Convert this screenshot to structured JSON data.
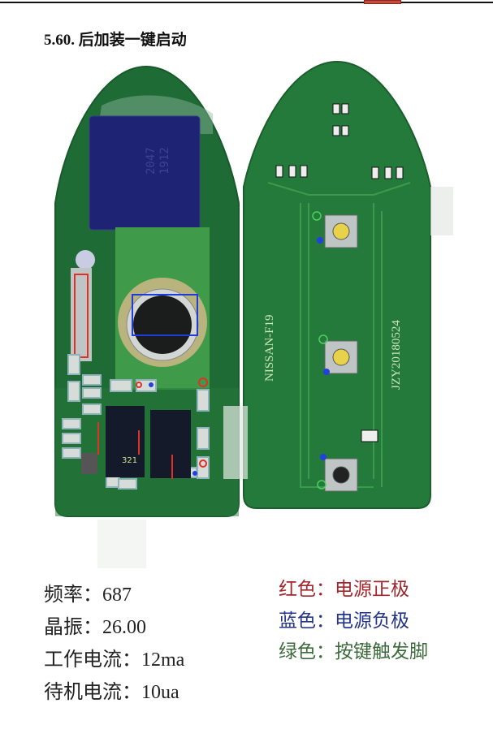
{
  "header": {
    "title": "5.60. 后加装一键启动"
  },
  "board_labels": {
    "chip_marking_1": "2047",
    "chip_marking_2": "1912",
    "ic_marking": "321",
    "model": "NISSAN-F19",
    "date_code": "JZY20180524"
  },
  "specs": [
    {
      "label": "频率：",
      "value": "687"
    },
    {
      "label": "晶振：",
      "value": "26.00"
    },
    {
      "label": "工作电流：",
      "value": "12ma"
    },
    {
      "label": "待机电流：",
      "value": "10ua"
    }
  ],
  "legend": [
    {
      "label": "红色：",
      "value": "电源正极",
      "color": "#a3262c"
    },
    {
      "label": "蓝色：",
      "value": "电源负极",
      "color": "#23358a"
    },
    {
      "label": "绿色：",
      "value": "按键触发脚",
      "color": "#3b6b3b"
    }
  ],
  "colors": {
    "pcb": "#1f6b35",
    "pcb_light": "#3f9a4a",
    "chip": "#1e2070",
    "gold": "#bfb780"
  }
}
